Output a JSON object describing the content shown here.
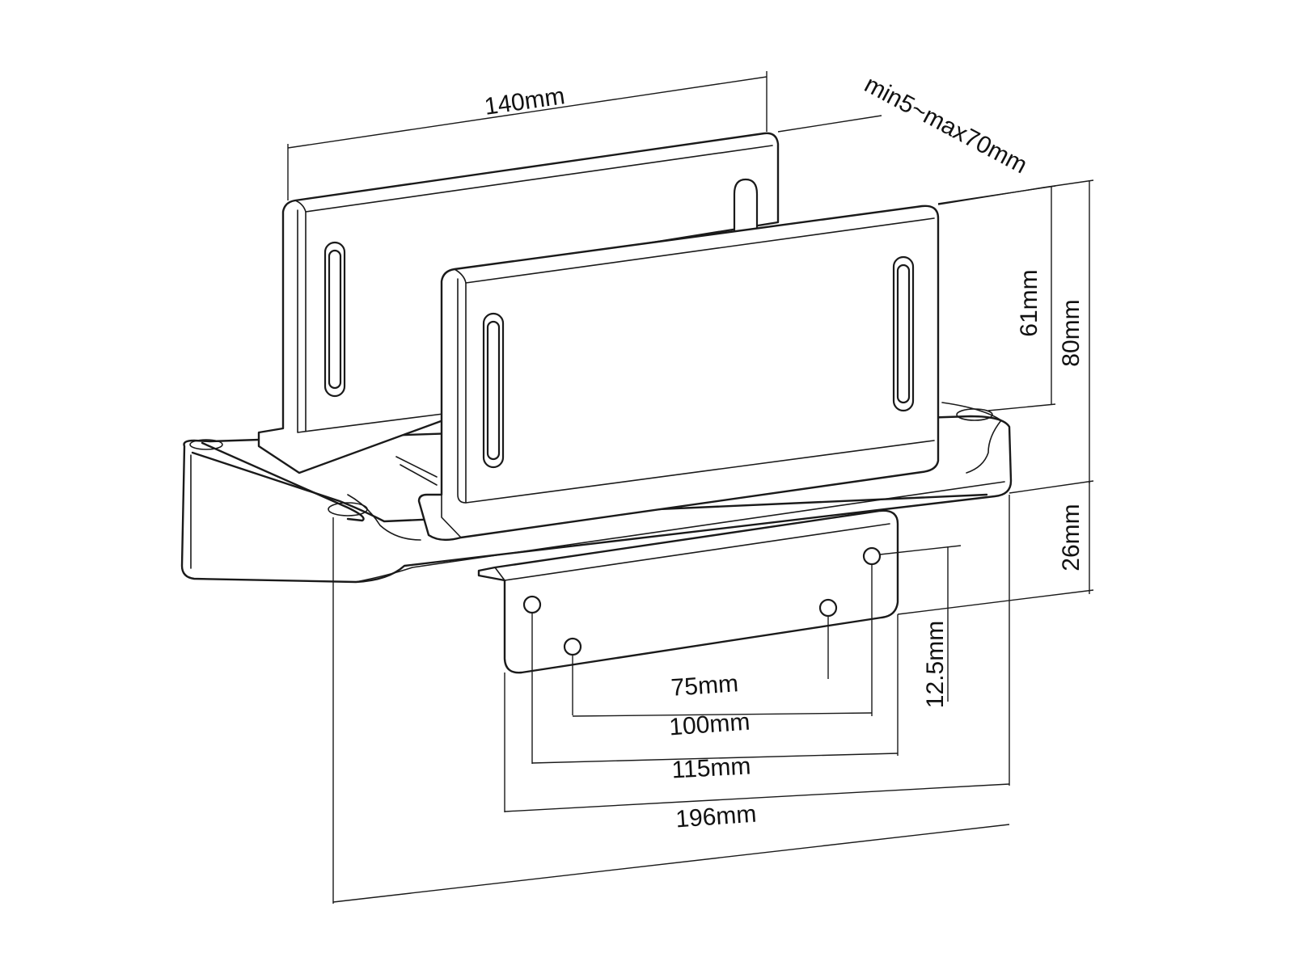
{
  "dimensions": {
    "width_top": "140mm",
    "gap_range": "min5~max70mm",
    "plate_height": "61mm",
    "total_height": "80mm",
    "bracket_height": "26mm",
    "hole_offset": "12.5mm",
    "hole_spacing_inner": "75mm",
    "hole_spacing_outer": "100mm",
    "bracket_width": "115mm",
    "base_width": "196mm"
  }
}
